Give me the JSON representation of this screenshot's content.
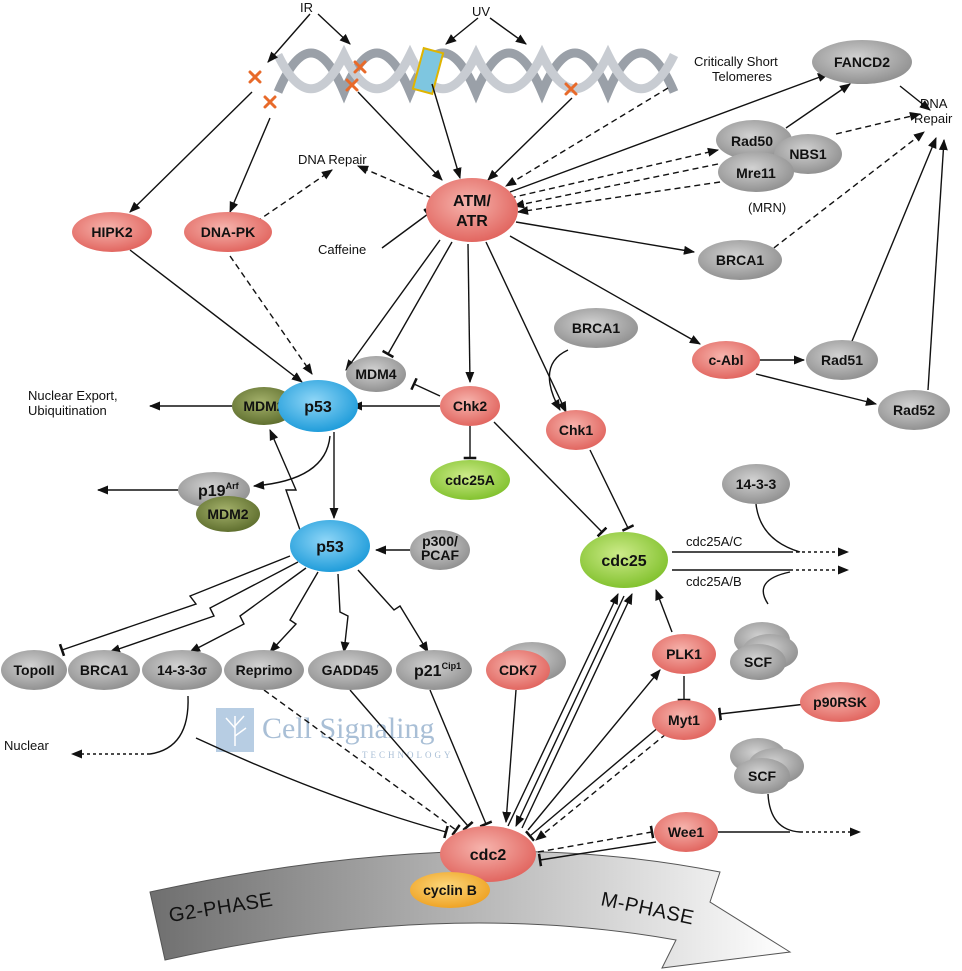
{
  "colors": {
    "red_node": "#e8756f",
    "gray_node": "#9a9a9a",
    "blue_node": "#2aa7e3",
    "green_node": "#8fcc3a",
    "olive_node": "#6e7d3a",
    "orange_node": "#f2b136",
    "lesion_mark": "#e86a2a"
  },
  "icons": {
    "dna": "dna-double-helix-icon",
    "lesion": "x-lesion-icon"
  },
  "stimuli": {
    "ir": "IR",
    "uv": "UV"
  },
  "labels": {
    "telomeres_line1": "Critically Short",
    "telomeres_line2": "Telomeres",
    "dna_repair_left": "DNA Repair",
    "dna_repair_right_line1": "DNA",
    "dna_repair_right_line2": "Repair",
    "caffeine": "Caffeine",
    "mrn": "(MRN)",
    "nuclear_export_line1": "Nuclear Export,",
    "nuclear_export_line2": "Ubiquitination",
    "nuclear": "Nuclear",
    "cdc25ac": "cdc25A/C",
    "cdc25ab": "cdc25A/B"
  },
  "nodes": {
    "fancd2": "FANCD2",
    "rad50": "Rad50",
    "nbs1": "NBS1",
    "mre11": "Mre11",
    "atm_line1": "ATM/",
    "atm_line2": "ATR",
    "hipk2": "HIPK2",
    "dnapk": "DNA-PK",
    "brca1_top": "BRCA1",
    "brca1_mid": "BRCA1",
    "brca1_low": "BRCA1",
    "cabl": "c-Abl",
    "rad51": "Rad51",
    "rad52": "Rad52",
    "mdm4": "MDM4",
    "mdm2_top": "MDM2",
    "p53_top": "p53",
    "chk2": "Chk2",
    "chk1": "Chk1",
    "cdc25a": "cdc25A",
    "p19": "p19",
    "p19_sup": "Arf",
    "mdm2_low": "MDM2",
    "p53_low": "p53",
    "p300_line1": "p300/",
    "p300_line2": "PCAF",
    "cdc25": "cdc25",
    "n1433_top": "14-3-3",
    "scf_top": "SCF",
    "topoii": "TopoII",
    "n1433s": "14-3-3σ",
    "reprimo": "Reprimo",
    "gadd45": "GADD45",
    "p21": "p21",
    "p21_sup": "Cip1",
    "cdk7": "CDK7",
    "plk1": "PLK1",
    "myt1": "Myt1",
    "p90rsk": "p90RSK",
    "scf_low": "SCF",
    "wee1": "Wee1",
    "cdc2": "cdc2",
    "cyclinb": "cyclin B"
  },
  "phases": {
    "g2": "G2-PHASE",
    "m": "M-PHASE"
  },
  "watermark": {
    "line1": "Cell Signaling",
    "line2": "TECHNOLOGY"
  }
}
